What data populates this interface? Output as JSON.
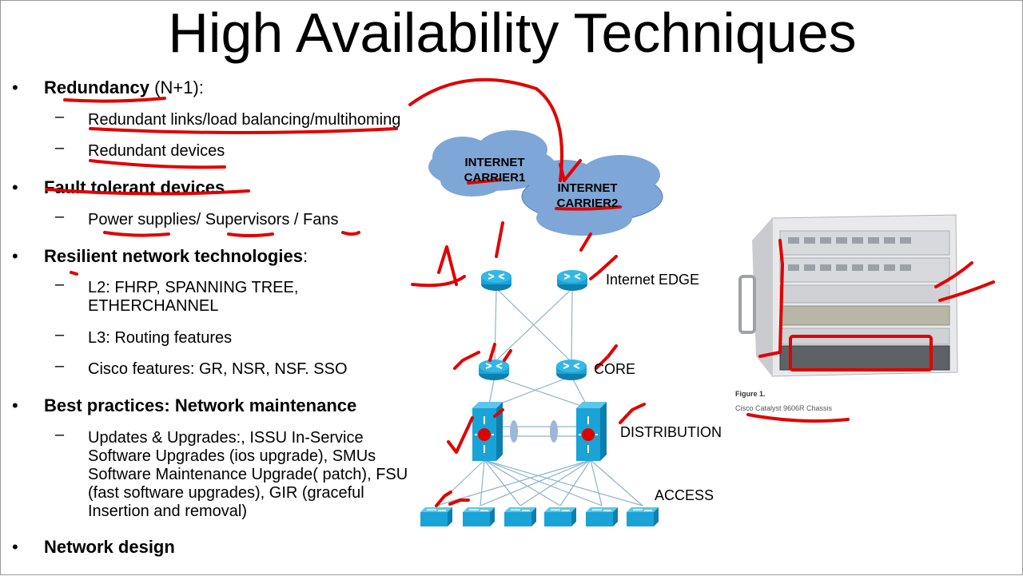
{
  "slide": {
    "title": "High Availability Techniques",
    "bullets": {
      "redundancy": {
        "bold": "Redundancy",
        "rest": " (N+1):"
      },
      "redundant_links": "Redundant links/load balancing/multihoming",
      "redundant_devices": "Redundant devices",
      "fault_tolerant": "Fault tolerant devices",
      "power_supplies": "Power supplies/ Supervisors / Fans",
      "resilient": {
        "bold": "Resilient network technologies",
        "rest": ":"
      },
      "l2": "L2: FHRP, SPANNING TREE, ETHERCHANNEL",
      "l3": "L3: Routing features",
      "cisco_features": "Cisco features: GR, NSR, NSF. SSO",
      "best_practices": "Best practices: Network maintenance",
      "updates": "Updates & Upgrades:, ISSU In-Service Software Upgrades (ios upgrade), SMUs Software Maintenance Upgrade( patch), FSU (fast software upgrades), GIR (graceful Insertion and removal)",
      "network_design": "Network design"
    },
    "bullet_glyph": "•",
    "dash_glyph": "–"
  },
  "diagram": {
    "cloud1": "INTERNET CARRIER1",
    "cloud2": "INTERNET CARRIER2",
    "labels": {
      "edge": "Internet EDGE",
      "core": "CORE",
      "distribution": "DISTRIBUTION",
      "access": "ACCESS"
    },
    "colors": {
      "cloud": "#7ea6d6",
      "device": "#1aa3d6",
      "ink": "#e00000"
    }
  },
  "figure": {
    "label": "Figure 1.",
    "caption": "Cisco Catalyst 9606R Chassis"
  }
}
